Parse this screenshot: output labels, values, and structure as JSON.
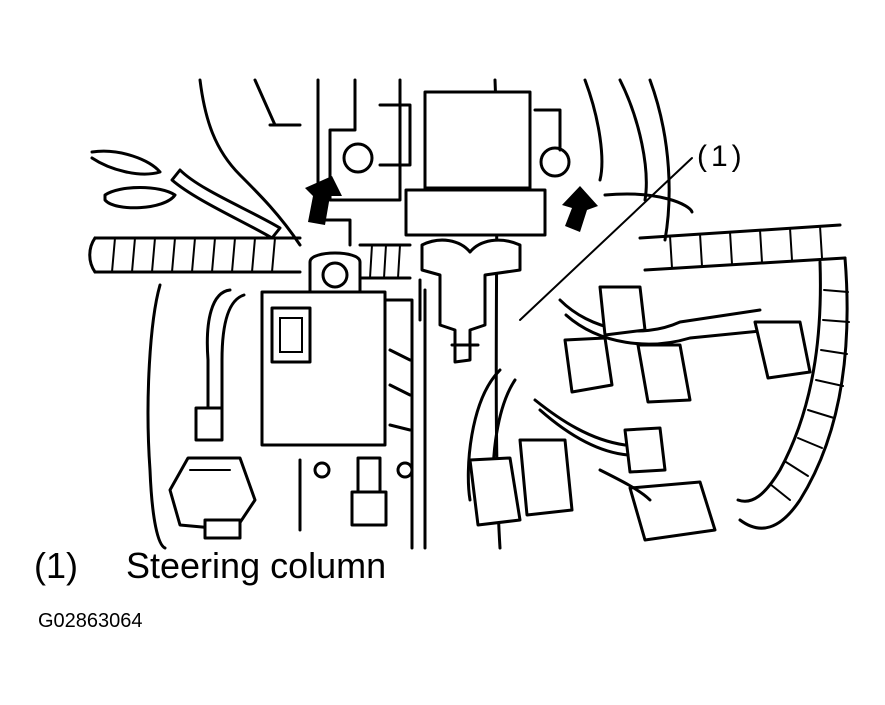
{
  "figure": {
    "callout_marker": "(1)",
    "legend": [
      {
        "number": "(1)",
        "label": "Steering column"
      }
    ],
    "figure_id": "G02863064"
  }
}
